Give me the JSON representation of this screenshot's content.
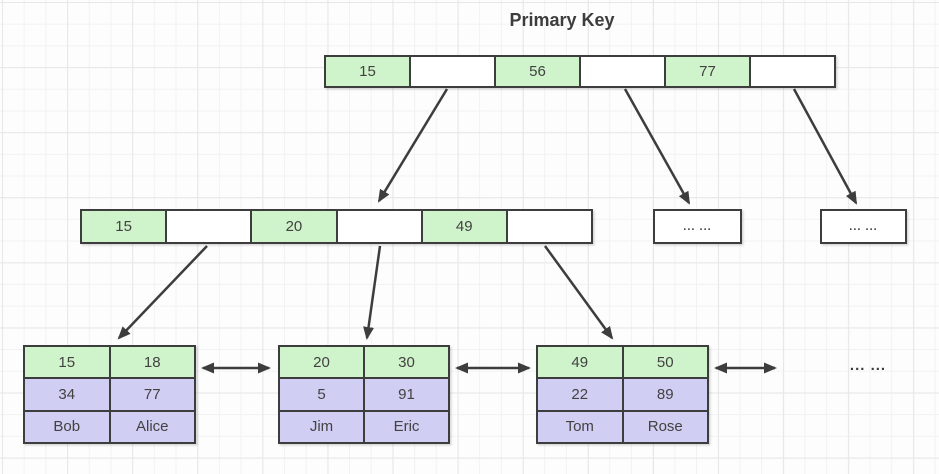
{
  "title": "Primary Key",
  "colors": {
    "key_fill": "#cff3ca",
    "pointer_fill": "#ffffff",
    "data_fill": "#d0cef2",
    "border": "#3d3d3d",
    "arrow": "#3d3d3d",
    "text": "#424242"
  },
  "root": {
    "cells": [
      "15",
      "",
      "56",
      "",
      "77",
      ""
    ]
  },
  "internal": {
    "cells": [
      "15",
      "",
      "20",
      "",
      "49",
      ""
    ]
  },
  "overflow_boxes": [
    {
      "label": "... ..."
    },
    {
      "label": "... ..."
    }
  ],
  "leaves": [
    {
      "rows": [
        [
          "15",
          "18"
        ],
        [
          "34",
          "77"
        ],
        [
          "Bob",
          "Alice"
        ]
      ]
    },
    {
      "rows": [
        [
          "20",
          "30"
        ],
        [
          "5",
          "91"
        ],
        [
          "Jim",
          "Eric"
        ]
      ]
    },
    {
      "rows": [
        [
          "49",
          "50"
        ],
        [
          "22",
          "89"
        ],
        [
          "Tom",
          "Rose"
        ]
      ]
    }
  ],
  "leaf_ellipsis": "... ..."
}
